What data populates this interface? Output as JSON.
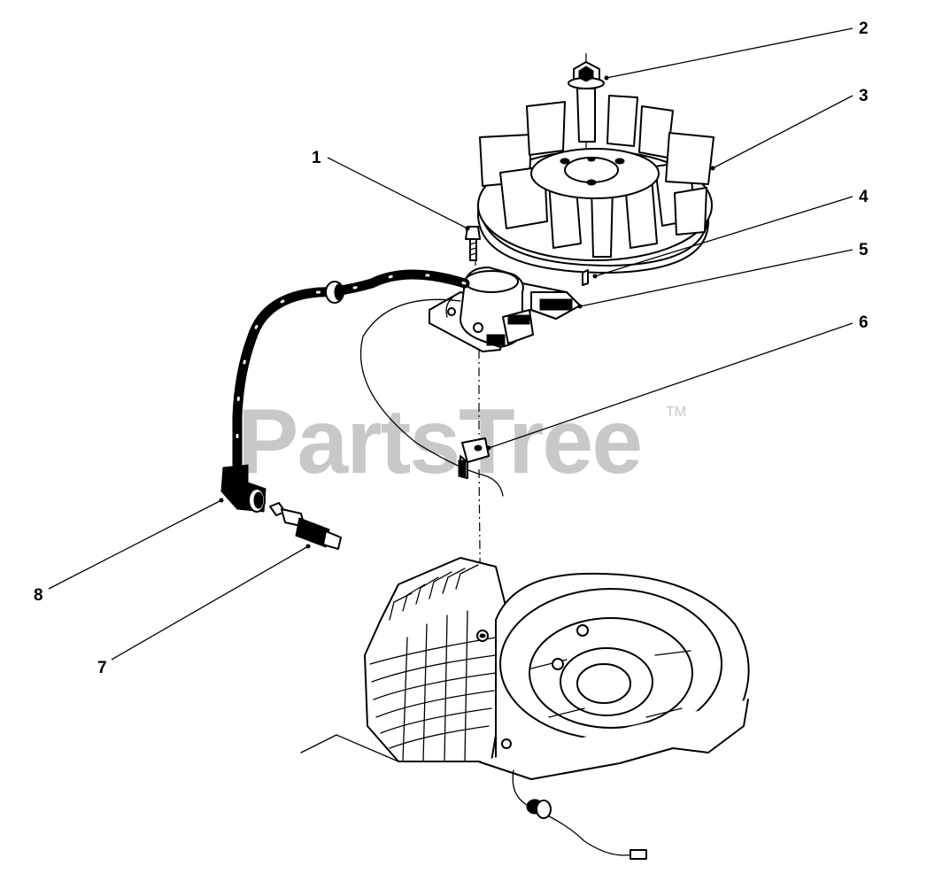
{
  "watermark": {
    "text": "PartsTree",
    "trademark": "TM"
  },
  "callouts": [
    {
      "number": "1",
      "part": "bolt"
    },
    {
      "number": "2",
      "part": "flywheel-nut"
    },
    {
      "number": "3",
      "part": "flywheel"
    },
    {
      "number": "4",
      "part": "flywheel-key"
    },
    {
      "number": "5",
      "part": "ignition-module"
    },
    {
      "number": "6",
      "part": "wire-clip"
    },
    {
      "number": "7",
      "part": "spark-plug"
    },
    {
      "number": "8",
      "part": "spark-plug-boot"
    }
  ]
}
